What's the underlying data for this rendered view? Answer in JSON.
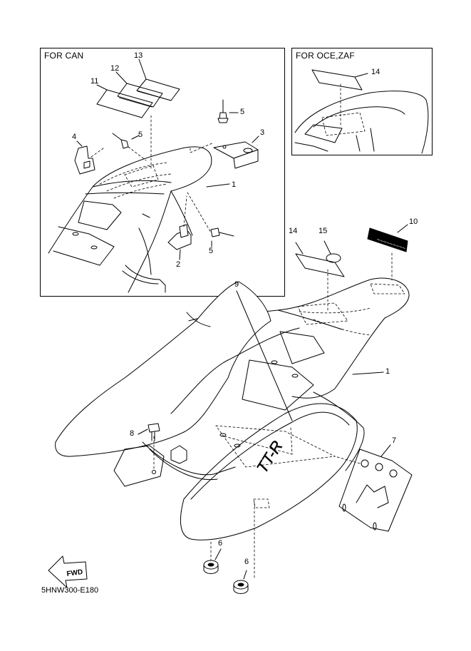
{
  "boxes": {
    "can": {
      "title": "FOR CAN"
    },
    "oce": {
      "title": "FOR OCE,ZAF"
    }
  },
  "callouts": {
    "can_13": "13",
    "can_12": "12",
    "can_11": "11",
    "can_5a": "5",
    "can_4": "4",
    "can_5b": "5",
    "can_3": "3",
    "can_1": "1",
    "can_2": "2",
    "can_5c": "5",
    "oce_14": "14",
    "main_14": "14",
    "main_15": "15",
    "main_10": "10",
    "main_9": "9",
    "main_1": "1",
    "main_8": "8",
    "main_7": "7",
    "main_6a": "6",
    "main_6b": "6"
  },
  "fwd_label": "FWD",
  "decal_text": "TT-R",
  "diagram_code": "5HNW300-E180",
  "colors": {
    "line": "#000000",
    "background": "#ffffff"
  }
}
